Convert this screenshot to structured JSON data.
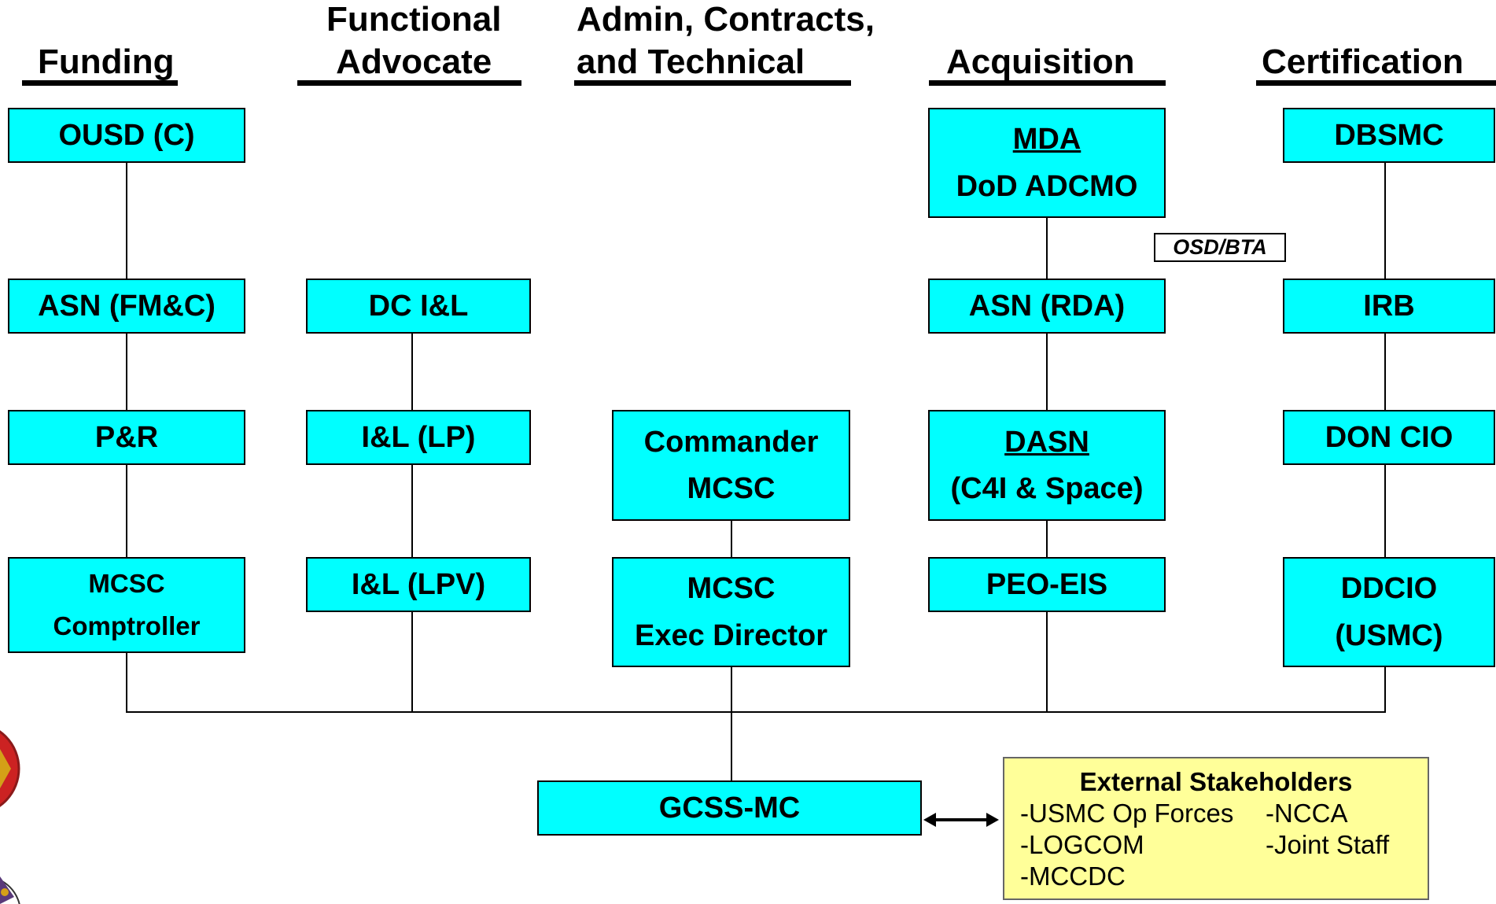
{
  "headers": {
    "funding": "Funding",
    "functional_line1": "Functional",
    "functional_line2": "Advocate",
    "admin_line1": "Admin, Contracts,",
    "admin_line2": "and Technical",
    "acquisition": "Acquisition",
    "certification": "Certification"
  },
  "funding": {
    "box1": "OUSD (C)",
    "box2": "ASN (FM&C)",
    "box3": "P&R",
    "box4_line1": "MCSC",
    "box4_line2": "Comptroller"
  },
  "functional": {
    "box1": "DC I&L",
    "box2": "I&L (LP)",
    "box3": "I&L (LPV)"
  },
  "admin": {
    "box1_line1": "Commander",
    "box1_line2": "MCSC",
    "box2_line1": "MCSC",
    "box2_line2": "Exec Director"
  },
  "acquisition": {
    "box1_line1": "MDA",
    "box1_line2": "DoD ADCMO",
    "note": "OSD/BTA",
    "box2": "ASN (RDA)",
    "box3_line1": "DASN",
    "box3_line2": "(C4I & Space)",
    "box4": "PEO-EIS"
  },
  "certification": {
    "box1": "DBSMC",
    "box2": "IRB",
    "box3": "DON CIO",
    "box4_line1": "DDCIO",
    "box4_line2": "(USMC)"
  },
  "center": {
    "box": "GCSS-MC"
  },
  "external": {
    "title": "External Stakeholders",
    "items_col1": [
      "-USMC Op Forces",
      "-LOGCOM",
      "-MCCDC"
    ],
    "items_col2": [
      "-NCCA",
      "-Joint Staff",
      ""
    ]
  },
  "colors": {
    "box_fill": "#00ffff",
    "external_fill": "#ffff99",
    "seal_red": "#cc2222",
    "seal_gold": "#d4a017"
  },
  "icons": [
    "seal-emblem-icon",
    "seal-emblem-icon",
    "double-arrow-icon"
  ]
}
